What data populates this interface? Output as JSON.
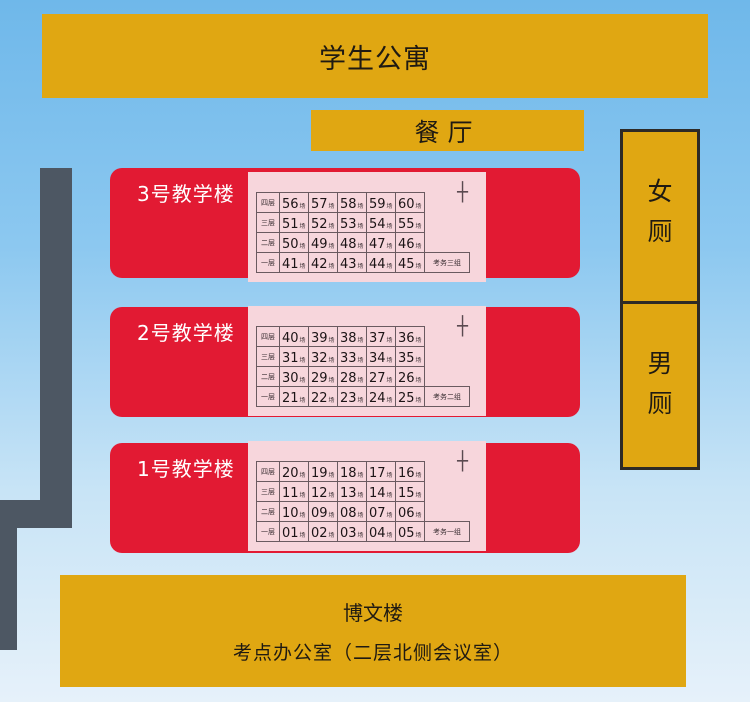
{
  "dormitory": "学生公寓",
  "canteen": "餐厅",
  "restroom": {
    "female": "女\n厕",
    "female_1": "女",
    "female_2": "厕",
    "male_1": "男",
    "male_2": "厕"
  },
  "bottom": {
    "name": "博文楼",
    "office": "考点办公室（二层北侧会议室）"
  },
  "room_unit": "场",
  "buildings": [
    {
      "name": "3号教学楼",
      "office": "考务三组",
      "floors": [
        {
          "label": "四层",
          "rooms": [
            "56",
            "57",
            "58",
            "59",
            "60"
          ]
        },
        {
          "label": "三层",
          "rooms": [
            "51",
            "52",
            "53",
            "54",
            "55"
          ]
        },
        {
          "label": "二层",
          "rooms": [
            "50",
            "49",
            "48",
            "47",
            "46"
          ]
        },
        {
          "label": "一层",
          "rooms": [
            "41",
            "42",
            "43",
            "44",
            "45"
          ]
        }
      ]
    },
    {
      "name": "2号教学楼",
      "office": "考务二组",
      "floors": [
        {
          "label": "四层",
          "rooms": [
            "40",
            "39",
            "38",
            "37",
            "36"
          ]
        },
        {
          "label": "三层",
          "rooms": [
            "31",
            "32",
            "33",
            "34",
            "35"
          ]
        },
        {
          "label": "二层",
          "rooms": [
            "30",
            "29",
            "28",
            "27",
            "26"
          ]
        },
        {
          "label": "一层",
          "rooms": [
            "21",
            "22",
            "23",
            "24",
            "25"
          ]
        }
      ]
    },
    {
      "name": "1号教学楼",
      "office": "考务一组",
      "floors": [
        {
          "label": "四层",
          "rooms": [
            "20",
            "19",
            "18",
            "17",
            "16"
          ]
        },
        {
          "label": "三层",
          "rooms": [
            "11",
            "12",
            "13",
            "14",
            "15"
          ]
        },
        {
          "label": "二层",
          "rooms": [
            "10",
            "09",
            "08",
            "07",
            "06"
          ]
        },
        {
          "label": "一层",
          "rooms": [
            "01",
            "02",
            "03",
            "04",
            "05"
          ]
        }
      ]
    }
  ],
  "colors": {
    "building_red": "#e21a33",
    "block_gold": "#e0a712",
    "paper_pink": "#f7d6dc",
    "path_slate": "#4d5763"
  }
}
